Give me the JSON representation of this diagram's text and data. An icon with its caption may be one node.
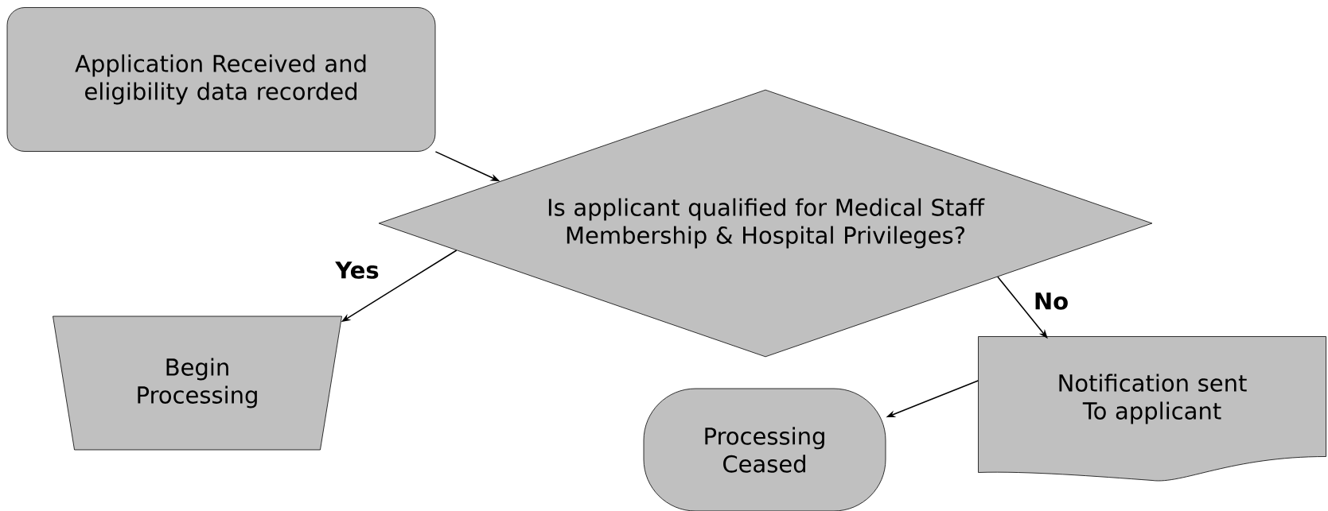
{
  "diagram": {
    "nodes": [
      {
        "text": [
          "Application Received and eligibility data recorded"
        ]
      },
      {
        "text": [
          "Is applicant qualified for Medical Staff Membership & Hospital Privileges?"
        ]
      },
      {
        "text": [
          "Begin Processing"
        ]
      },
      {
        "text": [
          "Processing Ceased"
        ]
      },
      {
        "text": [
          "Notification sent To applicant"
        ]
      }
    ],
    "edges": [
      {
        "from": 0,
        "to": 1,
        "arrow": "to"
      },
      {
        "from": 1,
        "to": 2,
        "arrow": "to",
        "label": "Yes"
      },
      {
        "from": 1,
        "to": 4,
        "arrow": "to",
        "label": "No"
      },
      {
        "from": 4,
        "to": 3,
        "arrow": "to"
      }
    ]
  }
}
